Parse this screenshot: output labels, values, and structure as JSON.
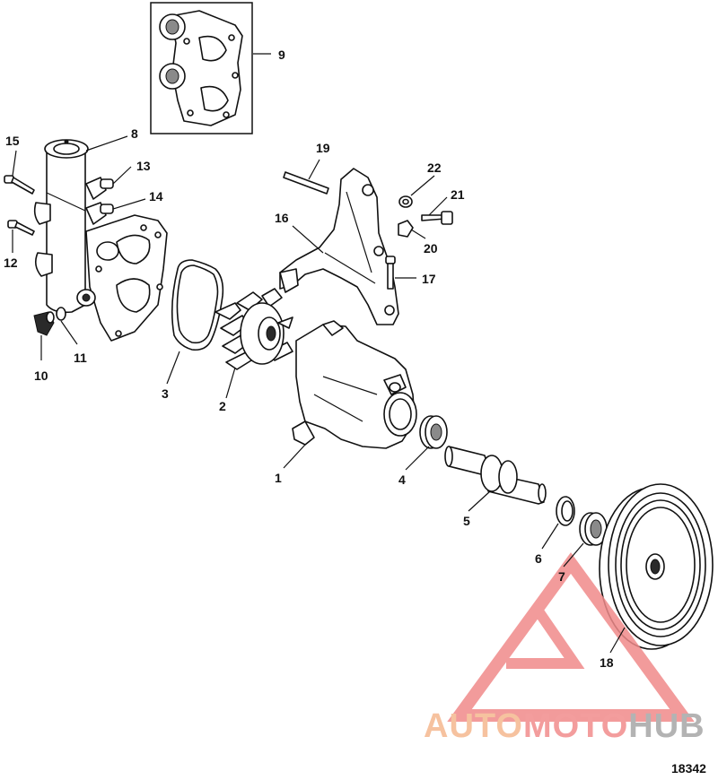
{
  "callouts": [
    {
      "id": "1",
      "label": "1"
    },
    {
      "id": "2",
      "label": "2"
    },
    {
      "id": "3",
      "label": "3"
    },
    {
      "id": "4",
      "label": "4"
    },
    {
      "id": "5",
      "label": "5"
    },
    {
      "id": "6",
      "label": "6"
    },
    {
      "id": "7",
      "label": "7"
    },
    {
      "id": "8",
      "label": "8"
    },
    {
      "id": "9",
      "label": "9"
    },
    {
      "id": "10",
      "label": "10"
    },
    {
      "id": "11",
      "label": "11"
    },
    {
      "id": "12",
      "label": "12"
    },
    {
      "id": "13",
      "label": "13"
    },
    {
      "id": "14",
      "label": "14"
    },
    {
      "id": "15",
      "label": "15"
    },
    {
      "id": "16",
      "label": "16"
    },
    {
      "id": "17",
      "label": "17"
    },
    {
      "id": "18",
      "label": "18"
    },
    {
      "id": "19",
      "label": "19"
    },
    {
      "id": "20",
      "label": "20"
    },
    {
      "id": "21",
      "label": "21"
    },
    {
      "id": "22",
      "label": "22"
    }
  ],
  "figure_number": "18342",
  "watermark": {
    "parts": [
      "AUTO",
      "MOTO",
      "HUB"
    ],
    "colors": {
      "auto": "#f5b88f",
      "moto": "#f28c8c",
      "hub": "#a6a6a6",
      "triangle": "#f08a8a"
    }
  }
}
